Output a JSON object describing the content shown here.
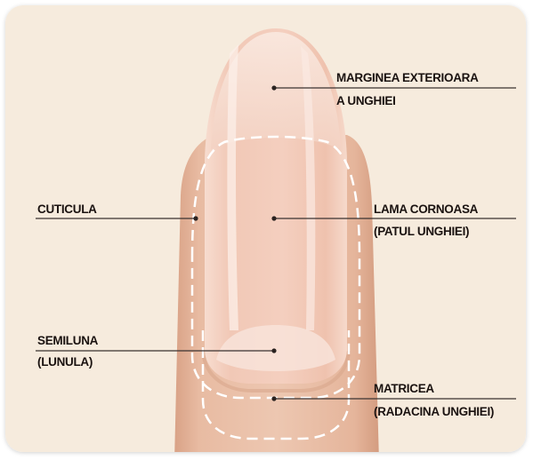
{
  "labels": {
    "outer_edge_line1": "MARGINEA EXTERIOARA",
    "outer_edge_line2": "A UNGHIEI",
    "cuticle": "CUTICULA",
    "nail_plate_line1": "LAMA CORNOASA",
    "nail_plate_line2": "(PATUL UNGHIEI)",
    "lunula_line1": "SEMILUNA",
    "lunula_line2": "(LUNULA)",
    "matrix_line1": "MATRICEA",
    "matrix_line2": "(RADACINA UNGHIEI)"
  },
  "colors": {
    "background": "#f6ebdd",
    "finger": "#e9bea6",
    "nail": "#f3ccbd",
    "nail_highlight": "#fbe6dc",
    "dashed_outline": "#ffffff",
    "leader_line": "#3a3230"
  }
}
